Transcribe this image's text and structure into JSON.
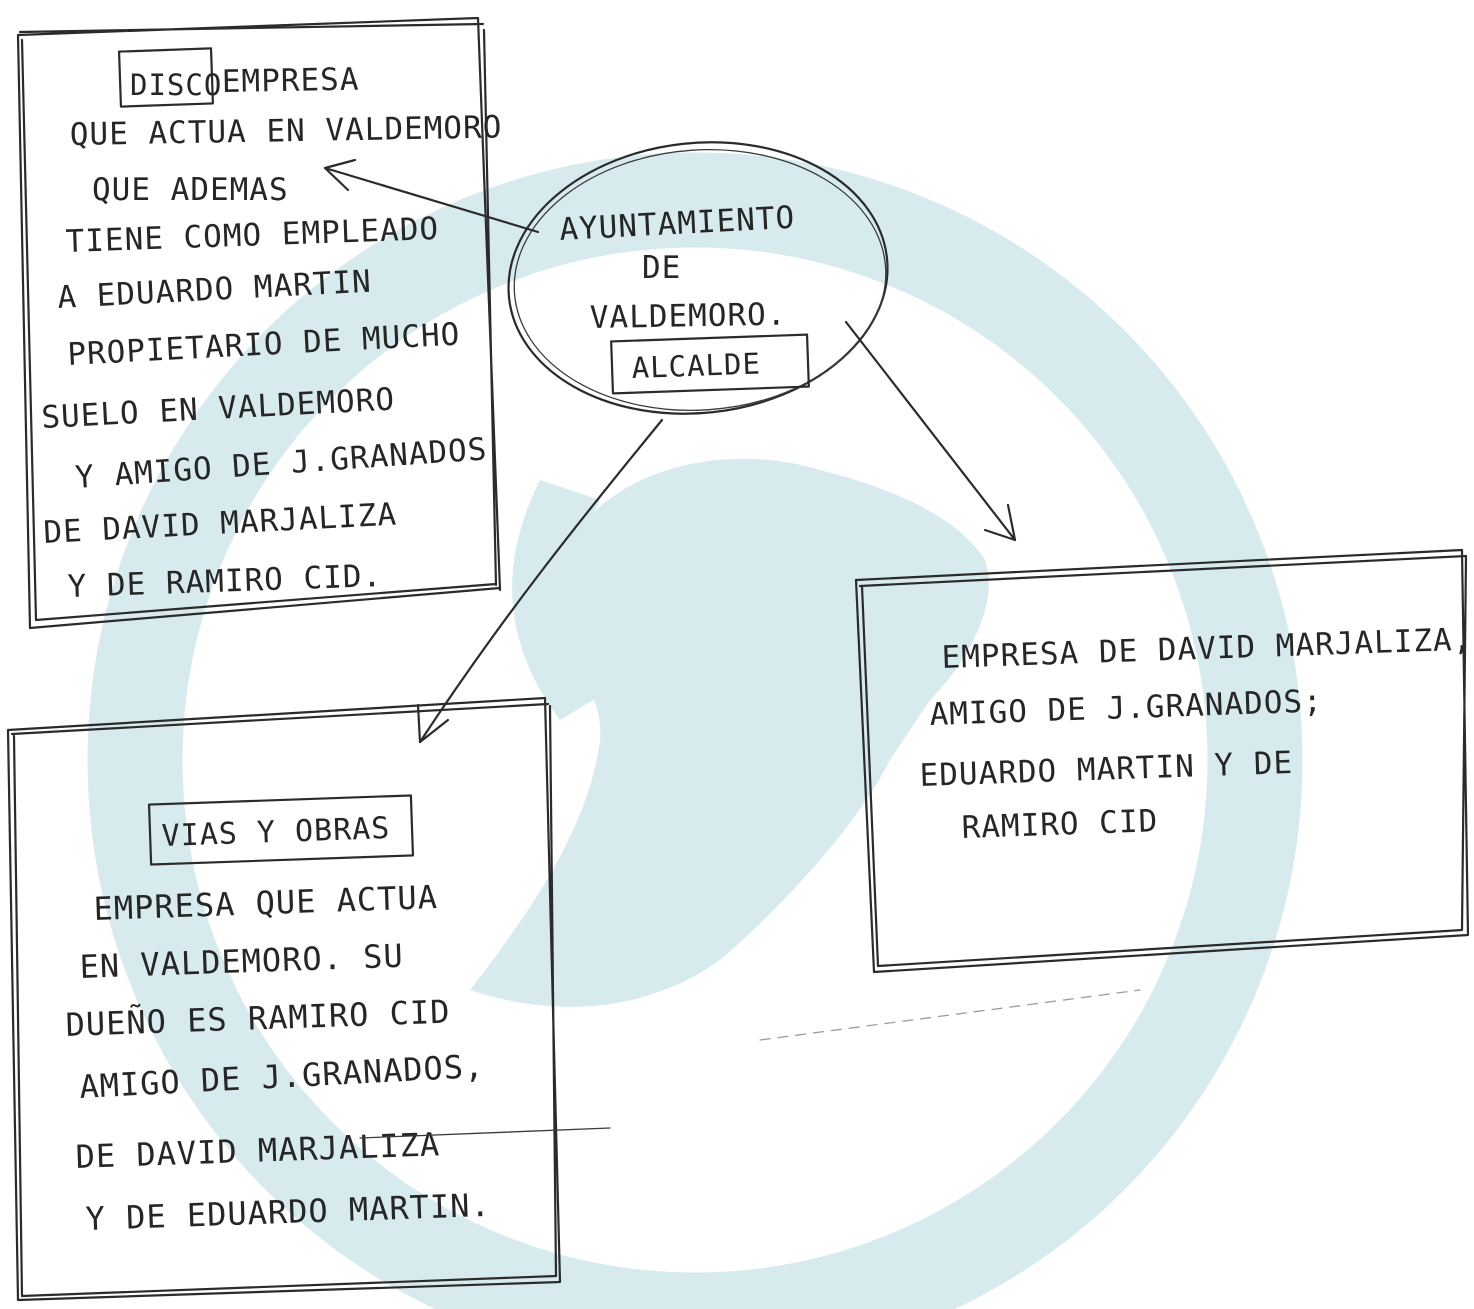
{
  "watermark_color": "#d7ebee",
  "ink_color": "#2b2b2b",
  "center_node": {
    "lines": [
      "AYUNTAMIENTO",
      "DE",
      "VALDEMORO."
    ],
    "badge": "ALCALDE"
  },
  "top_left_box": {
    "badge": "DISCO",
    "lines": [
      "EMPRESA",
      "QUE ACTUA EN VALDEMORO",
      "QUE ADEMAS",
      "TIENE COMO EMPLEADO",
      "A EDUARDO MARTIN",
      "PROPIETARIO DE MUCHO",
      "SUELO EN VALDEMORO",
      "Y AMIGO DE J.GRANADOS",
      "DE DAVID MARJALIZA",
      "Y DE RAMIRO CID."
    ]
  },
  "bottom_left_box": {
    "badge": "VIAS Y OBRAS",
    "lines": [
      "EMPRESA QUE ACTUA",
      "EN VALDEMORO. SU",
      "DUEÑO ES RAMIRO CID",
      "AMIGO DE J.GRANADOS,",
      "DE DAVID MARJALIZA",
      "Y DE EDUARDO MARTIN."
    ]
  },
  "right_box": {
    "lines": [
      "EMPRESA DE DAVID MARJALIZA,",
      "AMIGO DE J.GRANADOS;",
      "EDUARDO MARTIN Y DE",
      "RAMIRO CID"
    ]
  }
}
